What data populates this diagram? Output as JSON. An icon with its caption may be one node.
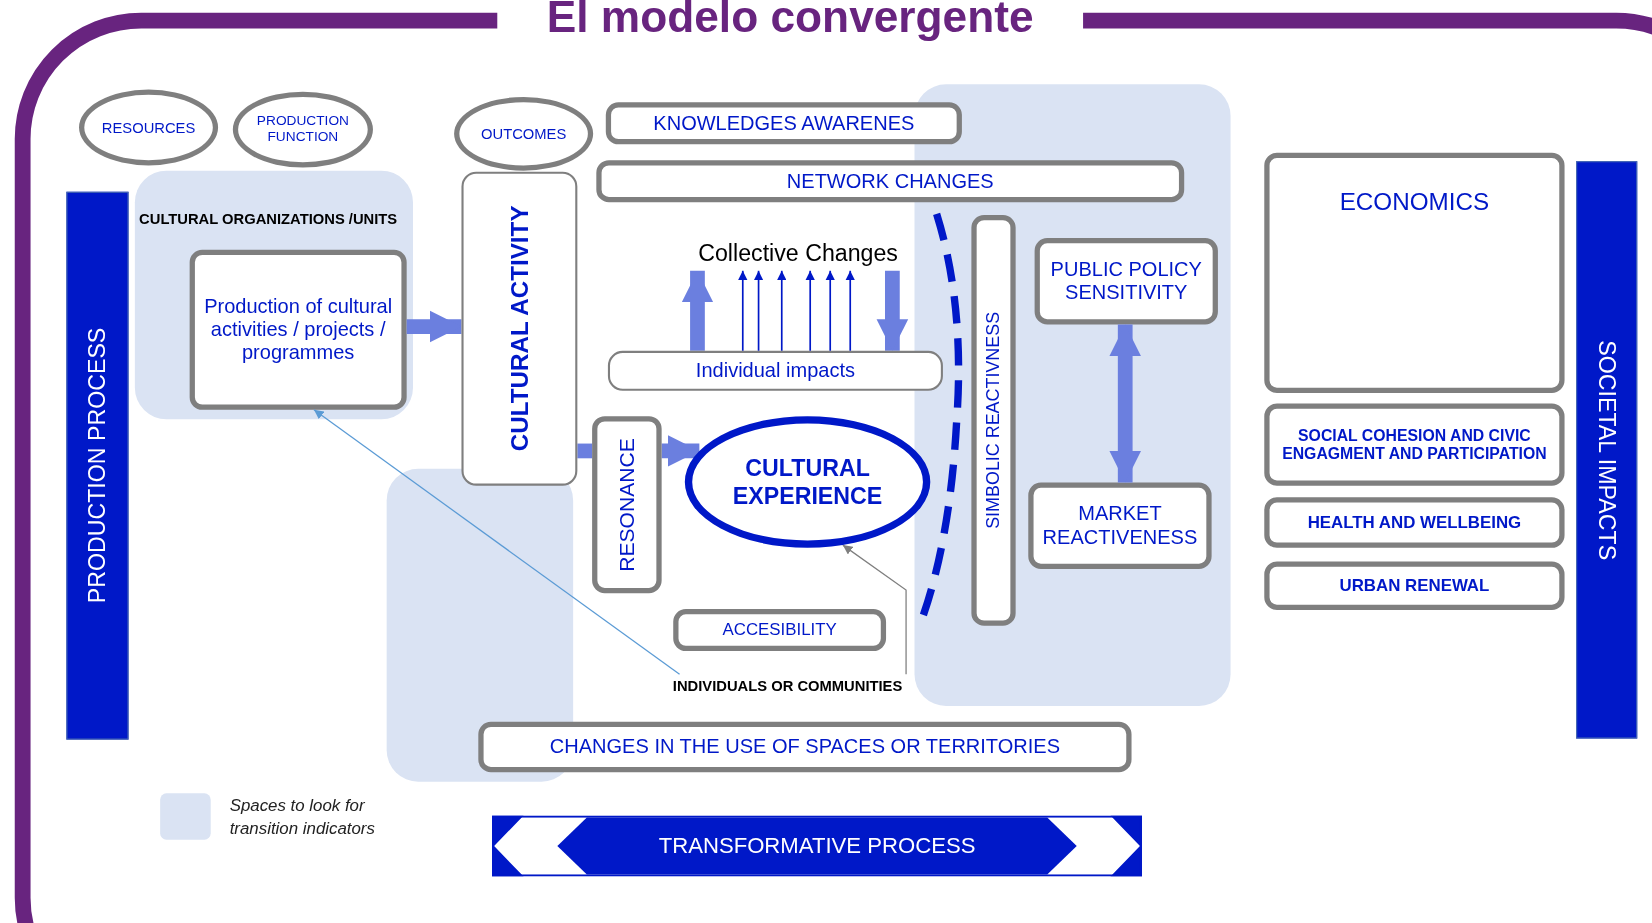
{
  "diagram": {
    "title": "El modelo convergente",
    "nodes": [
      {
        "text": [
          "RESOURCES"
        ]
      },
      {
        "text": [
          "PRODUCTION FUNCTION"
        ]
      },
      {
        "text": [
          "OUTCOMES"
        ]
      },
      {
        "text": [
          "KNOWLEDGES AWARENES"
        ]
      },
      {
        "text": [
          "NETWORK CHANGES"
        ]
      },
      {
        "text": [
          "PRODUCTION PROCESS"
        ]
      },
      {
        "text": [
          "CULTURAL ORGANIZATIONS /UNITS"
        ]
      },
      {
        "text": [
          "Production of cultural activities / projects / programmes"
        ],
        "in": 6
      },
      {
        "text": [
          "CULTURAL ACTIVITY"
        ]
      },
      {
        "text": [
          "Collective Changes"
        ]
      },
      {
        "text": [
          "Individual impacts"
        ]
      },
      {
        "text": [
          "SIMBOLIC REACTIVNESS"
        ],
        "in": 26
      },
      {
        "text": [
          "PUBLIC POLICY SENSITIVITY"
        ],
        "in": 26
      },
      {
        "text": [
          "MARKET REACTIVENESS"
        ],
        "in": 26
      },
      {
        "text": [
          "ECONOMICS"
        ]
      },
      {
        "text": [
          "SOCIAL COHESION AND CIVIC ENGAGMENT AND PARTICIPATION"
        ]
      },
      {
        "text": [
          "HEALTH AND WELLBEING"
        ]
      },
      {
        "text": [
          "URBAN RENEWAL"
        ]
      },
      {
        "text": [
          "SOCIETAL IMPACTS"
        ]
      },
      {
        "text": [
          "RESONANCE"
        ]
      },
      {
        "text": [
          "CULTURAL EXPERIENCE"
        ]
      },
      {
        "text": [
          "ACCESIBILITY"
        ]
      },
      {
        "text": [
          "INDIVIDUALS OR COMMUNITIES"
        ]
      },
      {
        "text": [
          "CHANGES IN THE USE OF SPACES OR TERRITORIES"
        ]
      },
      {
        "text": [
          "TRANSFORMATIVE PROCESS"
        ]
      },
      {
        "text": [],
        "shape": "box"
      },
      {
        "text": [],
        "shape": "box"
      }
    ],
    "edges": [
      {
        "from": 7,
        "to": 8,
        "arrow": "to",
        "style": "thick"
      },
      {
        "from": 8,
        "to": 19,
        "arrow": "none",
        "style": "thick"
      },
      {
        "from": 19,
        "to": 20,
        "arrow": "to",
        "style": "thick"
      },
      {
        "from": 10,
        "to": 9,
        "arrow": "to",
        "style": "thick"
      },
      {
        "from": 10,
        "to": 9,
        "arrow": "to",
        "color": "#0018c8"
      },
      {
        "from": 10,
        "to": 9,
        "arrow": "to",
        "color": "#0018c8"
      },
      {
        "from": 10,
        "to": 9,
        "arrow": "to",
        "color": "#0018c8"
      },
      {
        "from": 10,
        "to": 9,
        "arrow": "to",
        "color": "#0018c8"
      },
      {
        "from": 10,
        "to": 9,
        "arrow": "to",
        "color": "#0018c8"
      },
      {
        "from": 10,
        "to": 9,
        "arrow": "to",
        "color": "#0018c8"
      },
      {
        "from": 9,
        "to": 10,
        "arrow": "to",
        "style": "thick"
      },
      {
        "from": 12,
        "to": 13,
        "arrow": "both",
        "style": "thick"
      },
      {
        "from": 22,
        "to": 7,
        "arrow": "to",
        "color": "#5b9bd5"
      },
      {
        "from": 22,
        "to": 20,
        "arrow": "to",
        "color": "#7f7f7f"
      }
    ],
    "legend": [
      {
        "text": "Spaces to look for transition indicators",
        "color": "#dae3f3"
      }
    ]
  }
}
